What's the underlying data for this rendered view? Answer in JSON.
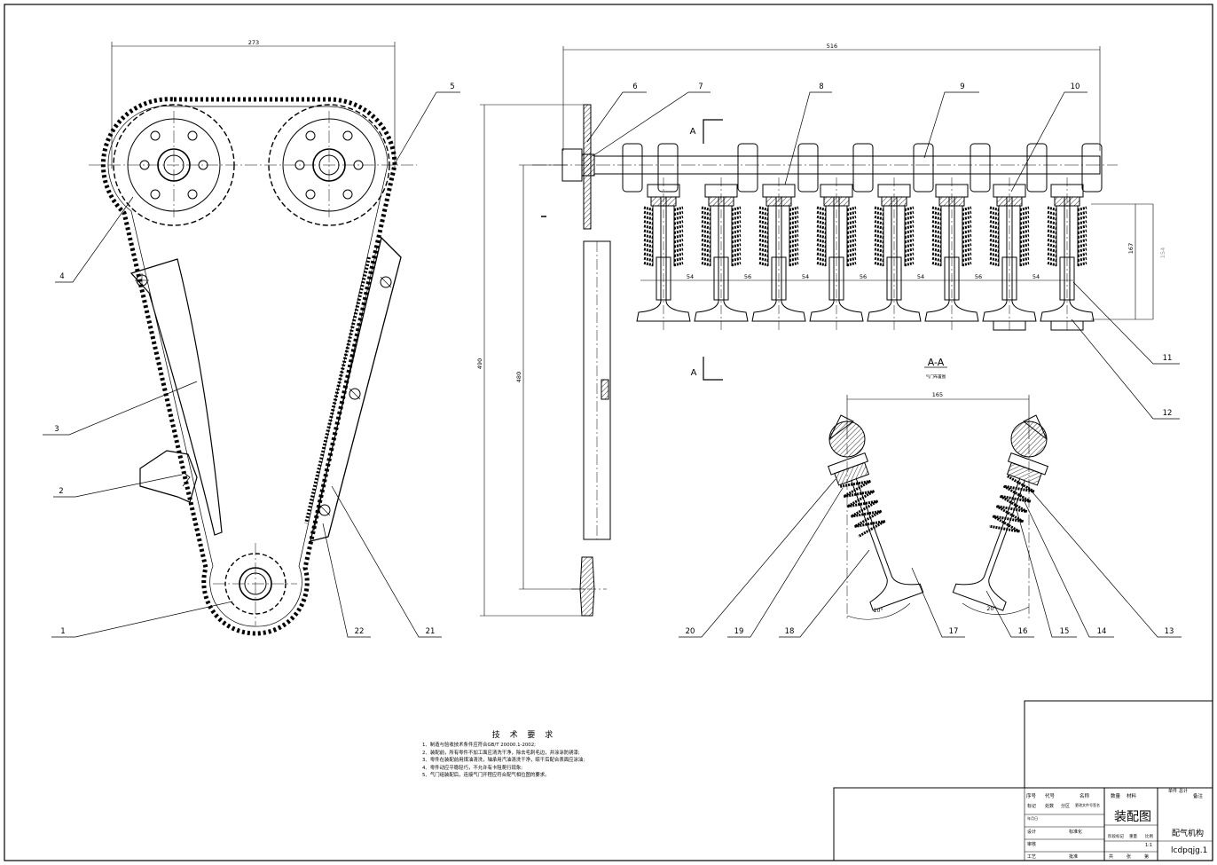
{
  "callouts": [
    "1",
    "2",
    "3",
    "4",
    "5",
    "6",
    "7",
    "8",
    "9",
    "10",
    "11",
    "12",
    "13",
    "14",
    "15",
    "16",
    "17",
    "18",
    "19",
    "20",
    "21",
    "22"
  ],
  "dimensions": {
    "sprocket_spacing": "273",
    "camshaft_length": "516",
    "valve_pitches": [
      "54",
      "56",
      "54",
      "56",
      "54",
      "56",
      "54"
    ],
    "tensioner_height": "490",
    "guide_height": "480",
    "spring_height_a": "167",
    "spring_height_b": "154",
    "valve_spacing": "165",
    "angle_left": "10°",
    "angle_right": "20°"
  },
  "section": {
    "marker": "A",
    "title": "A-A",
    "subtitle": "气门布置图"
  },
  "notes": {
    "title": "技 术 要 求",
    "items": [
      "1、制造与验收技术条件应符合GB/T 20000.1-2002;",
      "2、装配前，所有零件不加工面应清洗干净，除去毛刺毛边，并涂涂防锈漆;",
      "3、零件在装配前用煤油清洗，轴承用汽油清洗干净，晾干后配合表面应涂油;",
      "4、零件动应平稳轻巧，不允许有卡阻爬行现象;",
      "5、气门组装配后，连接气门开程应符合配气相位图的要求。"
    ]
  },
  "title_block": {
    "drawing_name": "装配图",
    "assembly_name": "配气机构",
    "drawing_no": "lcdpqjg.1",
    "scale": "1:1",
    "heading_labels": [
      "序号",
      "代号",
      "名称",
      "数量",
      "材料",
      "单件",
      "总计",
      "备注"
    ],
    "sign_labels": [
      "标记",
      "处数",
      "分区",
      "更改文件号",
      "签名",
      "年月日",
      "设计",
      "标准化",
      "审核",
      "工艺",
      "批准",
      "阶段标记",
      "重量",
      "比例",
      "共",
      "张",
      "第"
    ]
  }
}
